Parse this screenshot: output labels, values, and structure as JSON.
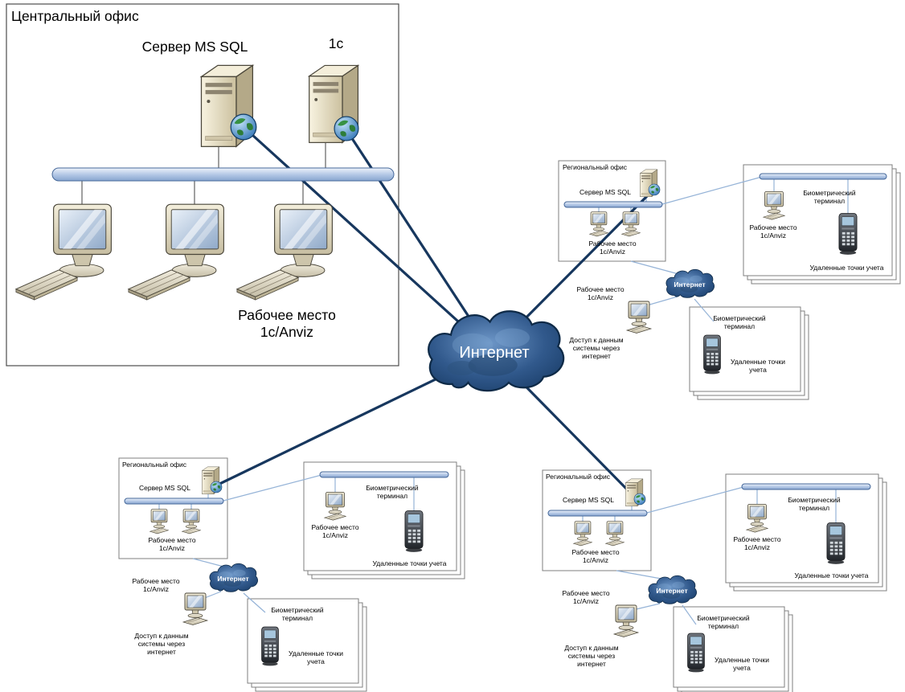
{
  "central_office": {
    "title": "Центральный офис",
    "sql_server_label": "Сервер MS SQL",
    "one_c_server_label": "1с",
    "workstation_label": "Рабочее место 1с/Anviz"
  },
  "internet": {
    "main_label": "Интернет",
    "regional_label": "Интернет"
  },
  "regional_office": {
    "title": "Региональный офис",
    "server_label": "Сервер MS SQL",
    "workstation_label": "Рабочее место 1с/Anviz",
    "internet_access_label": "Доступ к данным системы через интернет",
    "biometric_terminal_label": "Биометрический терминал",
    "remote_points_label": "Удаленные точки учета"
  },
  "colors": {
    "thick_link": "#17375e",
    "thin_link": "#95b3d7",
    "cloud_fill": "#1b3c66",
    "bus_fill": "#a9c1e0",
    "box_border": "#7f7f7f"
  }
}
